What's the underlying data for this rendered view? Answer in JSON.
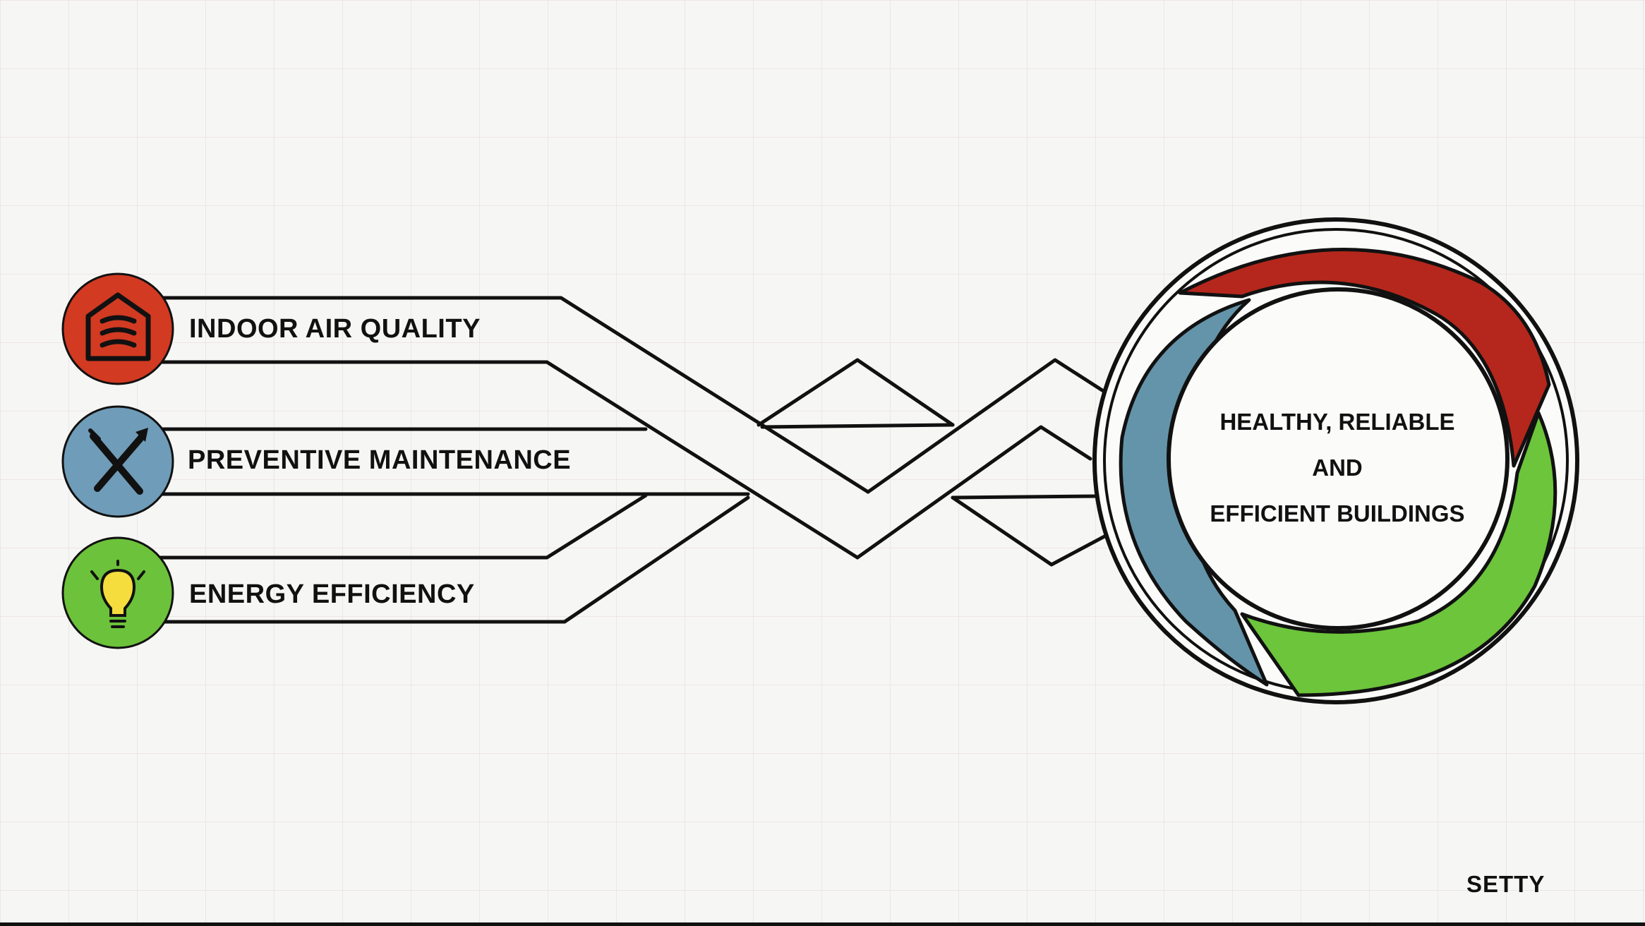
{
  "pillars": [
    {
      "label": "INDOOR AIR QUALITY",
      "icon": "house-air-icon",
      "color": "#d23a22"
    },
    {
      "label": "PREVENTIVE MAINTENANCE",
      "icon": "tools-icon",
      "color": "#6f9cb8"
    },
    {
      "label": "ENERGY EFFICIENCY",
      "icon": "lightbulb-icon",
      "color": "#6cc23a"
    }
  ],
  "goal": {
    "line1": "HEALTHY, RELIABLE",
    "line2": "AND",
    "line3": "EFFICIENT BUILDINGS",
    "ring_colors": {
      "red": "#b5271c",
      "blue": "#6494aa",
      "green": "#6cc53b"
    }
  },
  "brand": "SETTY"
}
